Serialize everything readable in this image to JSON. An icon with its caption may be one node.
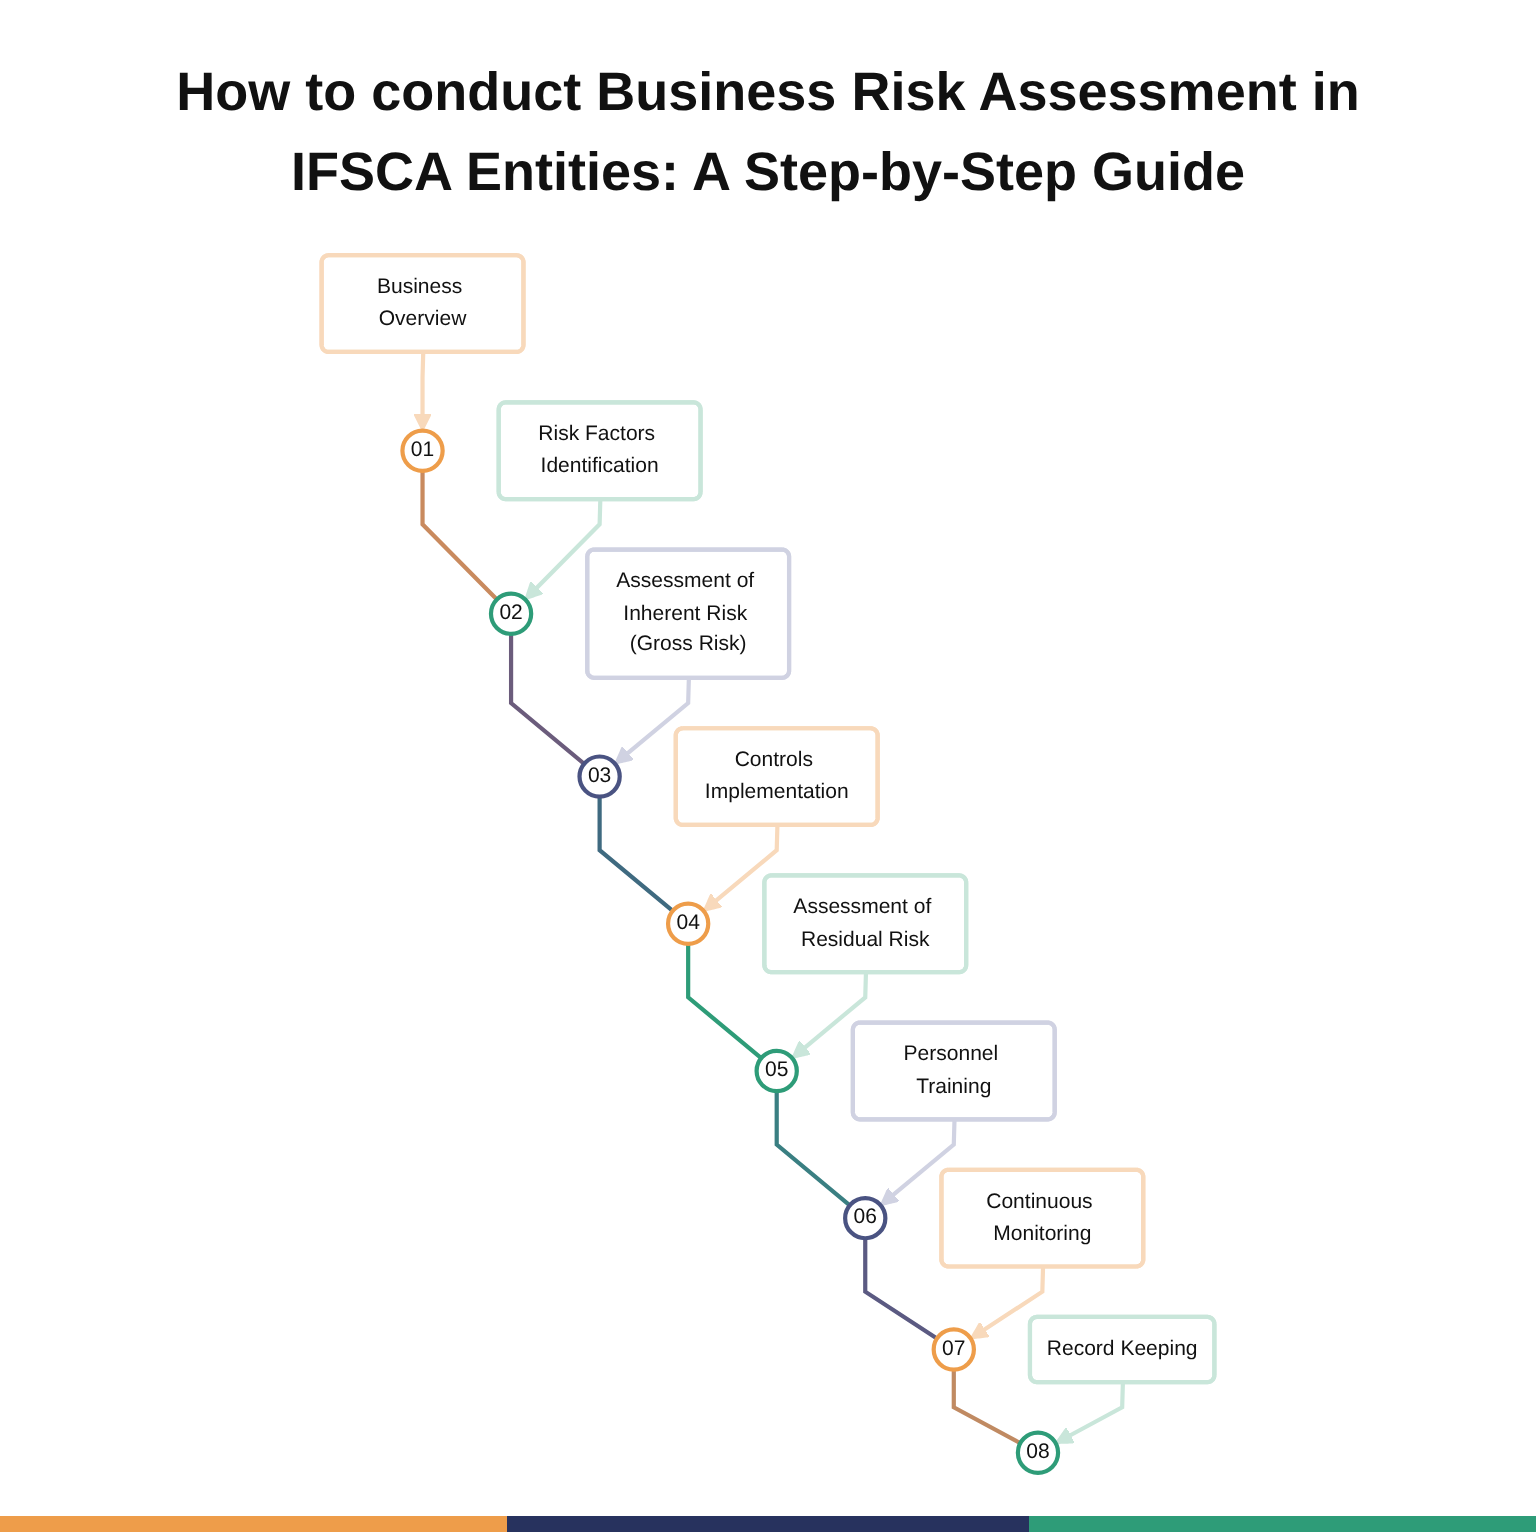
{
  "diagram": {
    "title": "How to conduct Business Risk Assessment in IFSCA Entities: A Step-by-Step Guide",
    "nodes": [
      {
        "text": [
          "Business Overview"
        ]
      },
      {
        "text": [
          "01"
        ]
      },
      {
        "text": [
          "Risk Factors Identification"
        ]
      },
      {
        "text": [
          "02"
        ]
      },
      {
        "text": [
          "Assessment of Inherent Risk (Gross Risk)"
        ]
      },
      {
        "text": [
          "03"
        ]
      },
      {
        "text": [
          "Controls Implementation"
        ]
      },
      {
        "text": [
          "04"
        ]
      },
      {
        "text": [
          "Assessment of Residual Risk"
        ]
      },
      {
        "text": [
          "05"
        ]
      },
      {
        "text": [
          "Personnel Training"
        ]
      },
      {
        "text": [
          "06"
        ]
      },
      {
        "text": [
          "Continuous Monitoring"
        ]
      },
      {
        "text": [
          "07"
        ]
      },
      {
        "text": [
          "Record Keeping"
        ]
      },
      {
        "text": [
          "08"
        ]
      }
    ],
    "edges": [
      {
        "from": 0,
        "to": 1,
        "arrow": "to",
        "color": "#f8d9bb"
      },
      {
        "from": 1,
        "to": 3,
        "arrow": "none",
        "color": "#c98a5e"
      },
      {
        "from": 2,
        "to": 3,
        "arrow": "to",
        "color": "#c9e6da"
      },
      {
        "from": 3,
        "to": 5,
        "arrow": "none",
        "color": "#6b5c7c"
      },
      {
        "from": 4,
        "to": 5,
        "arrow": "to",
        "color": "#d0d2e2"
      },
      {
        "from": 5,
        "to": 7,
        "arrow": "none",
        "color": "#3f6a80"
      },
      {
        "from": 6,
        "to": 7,
        "arrow": "to",
        "color": "#f8d9bb"
      },
      {
        "from": 7,
        "to": 9,
        "arrow": "none",
        "color": "#2e9c78"
      },
      {
        "from": 8,
        "to": 9,
        "arrow": "to",
        "color": "#c9e6da"
      },
      {
        "from": 9,
        "to": 11,
        "arrow": "none",
        "color": "#3a7f82"
      },
      {
        "from": 10,
        "to": 11,
        "arrow": "to",
        "color": "#d0d2e2"
      },
      {
        "from": 11,
        "to": 13,
        "arrow": "none",
        "color": "#5b5a82"
      },
      {
        "from": 12,
        "to": 13,
        "arrow": "to",
        "color": "#f8d9bb"
      },
      {
        "from": 13,
        "to": 15,
        "arrow": "none",
        "color": "#c08a62"
      },
      {
        "from": 14,
        "to": 15,
        "arrow": "to",
        "color": "#c9e6da"
      }
    ]
  }
}
